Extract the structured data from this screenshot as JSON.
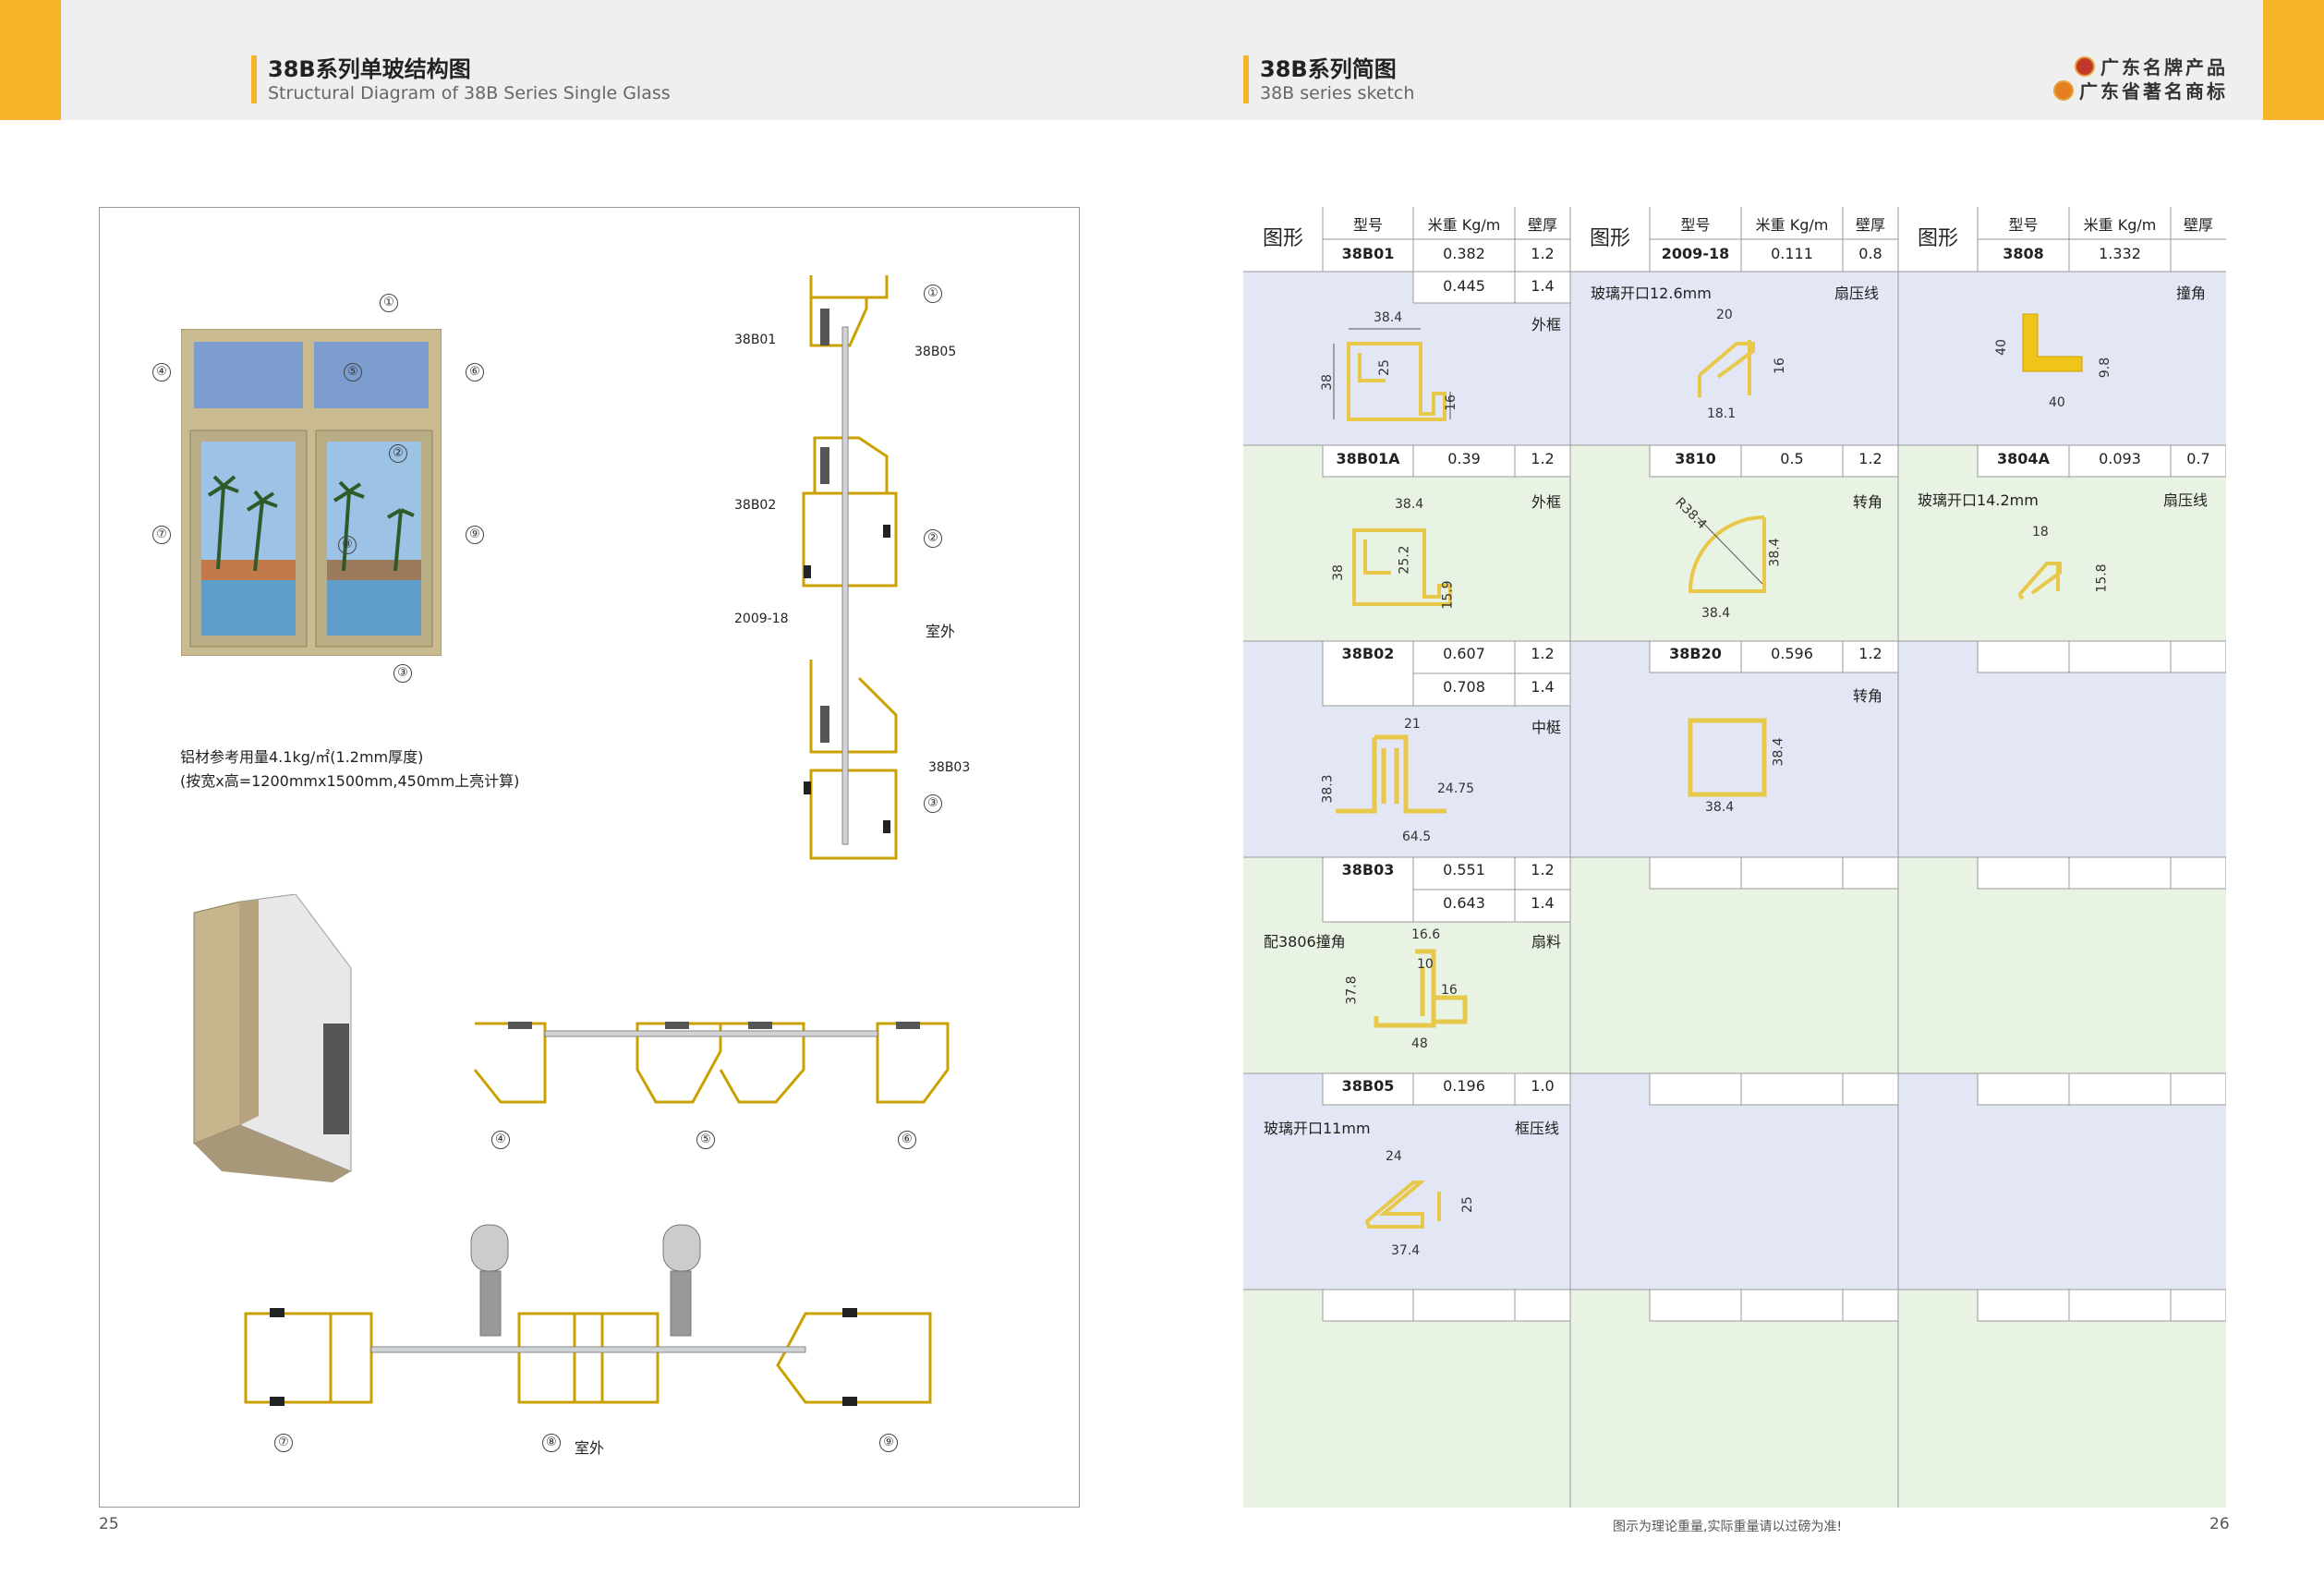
{
  "header": {
    "left_title_cn": "38B系列单玻结构图",
    "left_title_en": "Structural Diagram of 38B Series Single Glass",
    "right_title_cn": "38B系列简图",
    "right_title_en": "38B series sketch",
    "brand1": "广东名牌产品",
    "brand2": "广东省著名商标"
  },
  "left": {
    "circle_labels": [
      "①",
      "②",
      "③",
      "④",
      "⑤",
      "⑥",
      "⑦",
      "⑧",
      "⑨"
    ],
    "section_labels": {
      "b01": "38B01",
      "b05": "38B05",
      "b02": "38B02",
      "s2009": "2009-18",
      "b03": "38B03"
    },
    "outdoor": "室外",
    "usage_line1": "铝材参考用量4.1kg/㎡(1.2mm厚度)",
    "usage_line2": "(按宽x高=1200mmx1500mm,450mm上亮计算)",
    "page_number": "25"
  },
  "table": {
    "headers": {
      "shape": "图形",
      "model": "型号",
      "weight": "米重 Kg/m",
      "wall": "壁厚"
    },
    "col1": [
      {
        "model": "38B01",
        "weight": "0.382",
        "wall": "1.2"
      },
      {
        "model": "",
        "weight": "0.445",
        "wall": "1.4",
        "name": "外框",
        "dims": [
          "38.4",
          "25",
          "38",
          "16"
        ]
      },
      {
        "model": "38B01A",
        "weight": "0.39",
        "wall": "1.2",
        "name": "外框",
        "dims": [
          "38.4",
          "25.2",
          "38",
          "15.9"
        ]
      },
      {
        "model": "38B02",
        "weight": "0.607",
        "wall": "1.2"
      },
      {
        "model": "",
        "weight": "0.708",
        "wall": "1.4",
        "name": "中梃",
        "dims": [
          "21",
          "38.3",
          "24.75",
          "64.5"
        ]
      },
      {
        "model": "38B03",
        "weight": "0.551",
        "wall": "1.2"
      },
      {
        "model": "",
        "weight": "0.643",
        "wall": "1.4",
        "name": "扇料",
        "note": "配3806撞角",
        "dims": [
          "16.6",
          "10",
          "37.8",
          "16",
          "48"
        ]
      },
      {
        "model": "38B05",
        "weight": "0.196",
        "wall": "1.0",
        "name": "框压线",
        "note": "玻璃开口11mm",
        "dims": [
          "24",
          "25",
          "37.4"
        ]
      }
    ],
    "col2": [
      {
        "model": "2009-18",
        "weight": "0.111",
        "wall": "0.8",
        "name": "扇压线",
        "note": "玻璃开口12.6mm",
        "dims": [
          "20",
          "16",
          "18.1"
        ]
      },
      {
        "model": "3810",
        "weight": "0.5",
        "wall": "1.2",
        "name": "转角",
        "dims": [
          "R38.4",
          "38.4",
          "38.4"
        ]
      },
      {
        "model": "38B20",
        "weight": "0.596",
        "wall": "1.2",
        "name": "转角",
        "dims": [
          "38.4",
          "38.4"
        ]
      }
    ],
    "col3": [
      {
        "model": "3808",
        "weight": "1.332",
        "wall": "",
        "name": "撞角",
        "dims": [
          "40",
          "9.8",
          "40"
        ]
      },
      {
        "model": "3804A",
        "weight": "0.093",
        "wall": "0.7",
        "name": "扇压线",
        "note": "玻璃开口14.2mm",
        "dims": [
          "18",
          "15.8"
        ]
      }
    ]
  },
  "footer": {
    "note": "图示为理论重量,实际重量请以过磅为准!",
    "page_number": "26"
  },
  "colors": {
    "accent": "#f7b52c",
    "profile": "#e8c84a",
    "band_blue": "#e3e6f4",
    "band_green": "#e9f3e3"
  }
}
